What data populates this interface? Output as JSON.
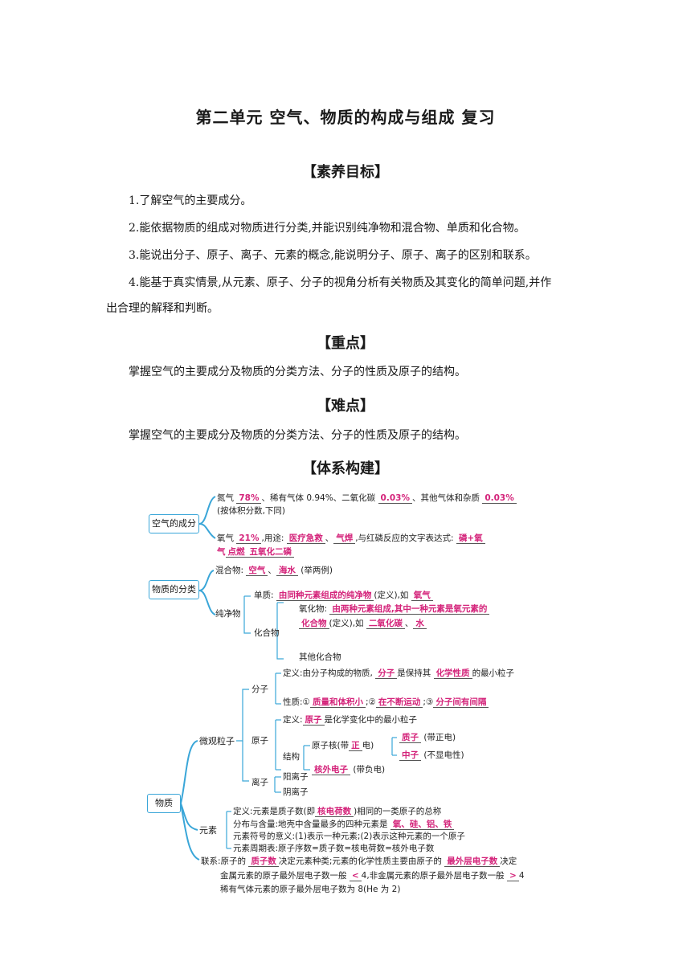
{
  "title": "第二单元  空气、物质的构成与组成  复习",
  "goals": {
    "heading": "【素养目标】",
    "items": [
      "1.了解空气的主要成分。",
      "2.能依据物质的组成对物质进行分类,并能识别纯净物和混合物、单质和化合物。",
      "3.能说出分子、原子、离子、元素的概念,能说明分子、原子、离子的区别和联系。",
      "4.能基于真实情景,从元素、原子、分子的视角分析有关物质及其变化的简单问题,并作",
      "出合理的解释和判断。"
    ]
  },
  "key": {
    "heading": "【重点】",
    "text": "掌握空气的主要成分及物质的分类方法、分子的性质及原子的结构。"
  },
  "difficult": {
    "heading": "【难点】",
    "text": "掌握空气的主要成分及物质的分类方法、分子的性质及原子的结构。"
  },
  "system": {
    "heading": "【体系构建】"
  },
  "map": {
    "air": {
      "node": "空气的成分",
      "n2_label": "氮气",
      "n2": "78%",
      "rare_label": "、稀有气体 0.94%、二氧化碳",
      "co2": "0.03%",
      "other_label": "、其他气体和杂质",
      "other": "0.03%",
      "note": "(按体积分数,下同)",
      "o2_label": "氧气",
      "o2": "21%",
      "use_label": ",用途:",
      "use1": "医疗急救",
      "use2": "气焊",
      "eq_label": ",与红磷反应的文字表达式:",
      "eq1": "磷+氧",
      "eq2": "气",
      "eq_arrow": "点燃",
      "eq3": "五氧化二磷"
    },
    "classify": {
      "node": "物质的分类",
      "mix_label": "混合物:",
      "mix1": "空气",
      "mix2": "海水",
      "mix_note": "(举两例)",
      "pure": "纯净物",
      "elem_label": "单质:",
      "elem_def": "由同种元素组成的纯净物",
      "elem_mid": "(定义),如",
      "elem_ex": "氧气",
      "compound": "化合物",
      "oxide_label": "氧化物:",
      "oxide_def1": "由两种元素组成,其中一种元素是氧元素的",
      "oxide_def2": "化合物",
      "oxide_mid": "(定义),如",
      "oxide_ex1": "二氧化碳",
      "oxide_ex2": "水",
      "other_comp": "其他化合物"
    },
    "matter": {
      "node": "物质",
      "micro": "微观粒子",
      "molecule": "分子",
      "mol_def_label": "定义:由分子构成的物质,",
      "mol_def_a": "分子",
      "mol_def_mid": "是保持其",
      "mol_def_b": "化学性质",
      "mol_def_end": "的最小粒子",
      "mol_prop_label": "性质:①",
      "mol_p1": "质量和体积小",
      "mol_p2_label": ";②",
      "mol_p2": "在不断运动",
      "mol_p3_label": ";③",
      "mol_p3": "分子间有间隔",
      "atom": "原子",
      "atom_def_label": "定义:",
      "atom_def_a": "原子",
      "atom_def_end": "是化学变化中的最小粒子",
      "structure": "结构",
      "nucleus_label": "原子核(带",
      "nucleus_charge": "正",
      "nucleus_end": "电)",
      "proton": "质子",
      "proton_note": "(带正电)",
      "neutron": "中子",
      "neutron_note": "(不显电性)",
      "electron": "核外电子",
      "electron_note": "(带负电)",
      "ion": "离子",
      "cation": "阳离子",
      "anion": "阴离子",
      "element": "元素",
      "el_def_label": "定义:元素是质子数(即",
      "el_def_a": "核电荷数",
      "el_def_end": ")相同的一类原子的总称",
      "el_dist_label": "分布与含量:地壳中含量最多的四种元素是",
      "el_dist": "氧、硅、铝、铁",
      "el_symbol": "元素符号的意义:(1)表示一种元素;(2)表示这种元素的一个原子",
      "el_table": "元素周期表:原子序数=质子数=核电荷数=核外电子数",
      "link_label": "联系:原子的",
      "link_a": "质子数",
      "link_mid": "决定元素种类;元素的化学性质主要由原子的",
      "link_b": "最外层电子数",
      "link_end": "决定",
      "metal_label": "金属元素的原子最外层电子数一般",
      "metal_sym": "<",
      "metal_mid": "4,非金属元素的原子最外层电子数一般",
      "nonmetal_sym": ">",
      "nonmetal_end": "4",
      "rare": "稀有气体元素的原子最外层电子数为 8(He 为 2)"
    }
  }
}
